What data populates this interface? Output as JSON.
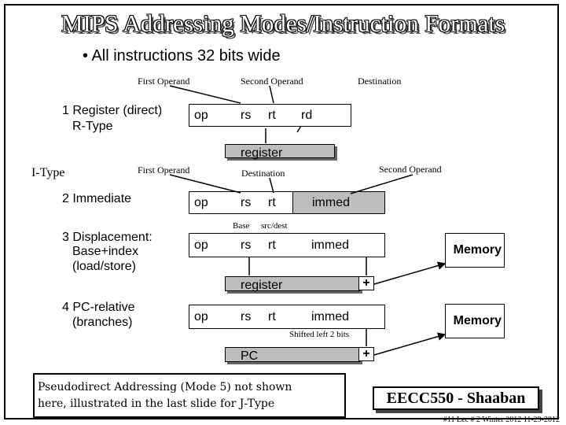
{
  "title": "MIPS Addressing Modes/Instruction Formats",
  "bullet": "• All instructions 32 bits wide",
  "rtype": {
    "label_first": "First Operand",
    "label_second": "Second Operand",
    "label_dest": "Destination",
    "name_line1": "1 Register (direct)",
    "name_line2": "R-Type",
    "fields": [
      "op",
      "rs",
      "rt",
      "rd"
    ],
    "register": "register"
  },
  "itype": {
    "heading": "I-Type",
    "label_first": "First Operand",
    "label_dest": "Destination",
    "label_second": "Second Operand",
    "immediate": {
      "name": "2  Immediate",
      "fields": [
        "op",
        "rs",
        "rt",
        "immed"
      ]
    },
    "base_label": "Base",
    "srcdest_label": "src/dest",
    "displacement": {
      "name_line1": "3 Displacement:",
      "name_line2": "Base+index",
      "name_line3": "(load/store)",
      "fields": [
        "op",
        "rs",
        "rt",
        "immed"
      ],
      "memory": "Memory",
      "register": "register",
      "plus": "+"
    },
    "pcrel": {
      "name_line1": "4 PC-relative",
      "name_line2": "(branches)",
      "fields": [
        "op",
        "rs",
        "rt",
        "immed"
      ],
      "memory": "Memory",
      "shift_note": "Shifted left 2 bits",
      "pc": "PC",
      "plus": "+"
    }
  },
  "note_line1": "Pseudodirect Addressing (Mode 5) not shown",
  "note_line2": "here, illustrated in the last slide for J-Type",
  "course": "EECC550 - Shaaban",
  "footer": "#11   Lec # 2   Winter 2012  11-29-2012"
}
